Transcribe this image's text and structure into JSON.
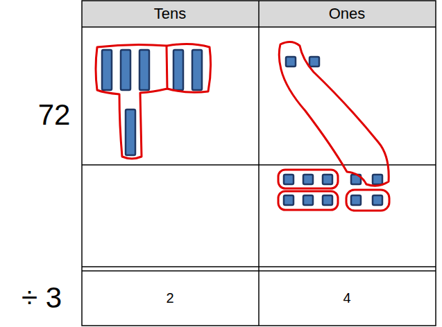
{
  "diagram": {
    "labels": [
      "Tens",
      "Ones",
      "72",
      "÷ 3",
      "2",
      "4"
    ]
  }
}
